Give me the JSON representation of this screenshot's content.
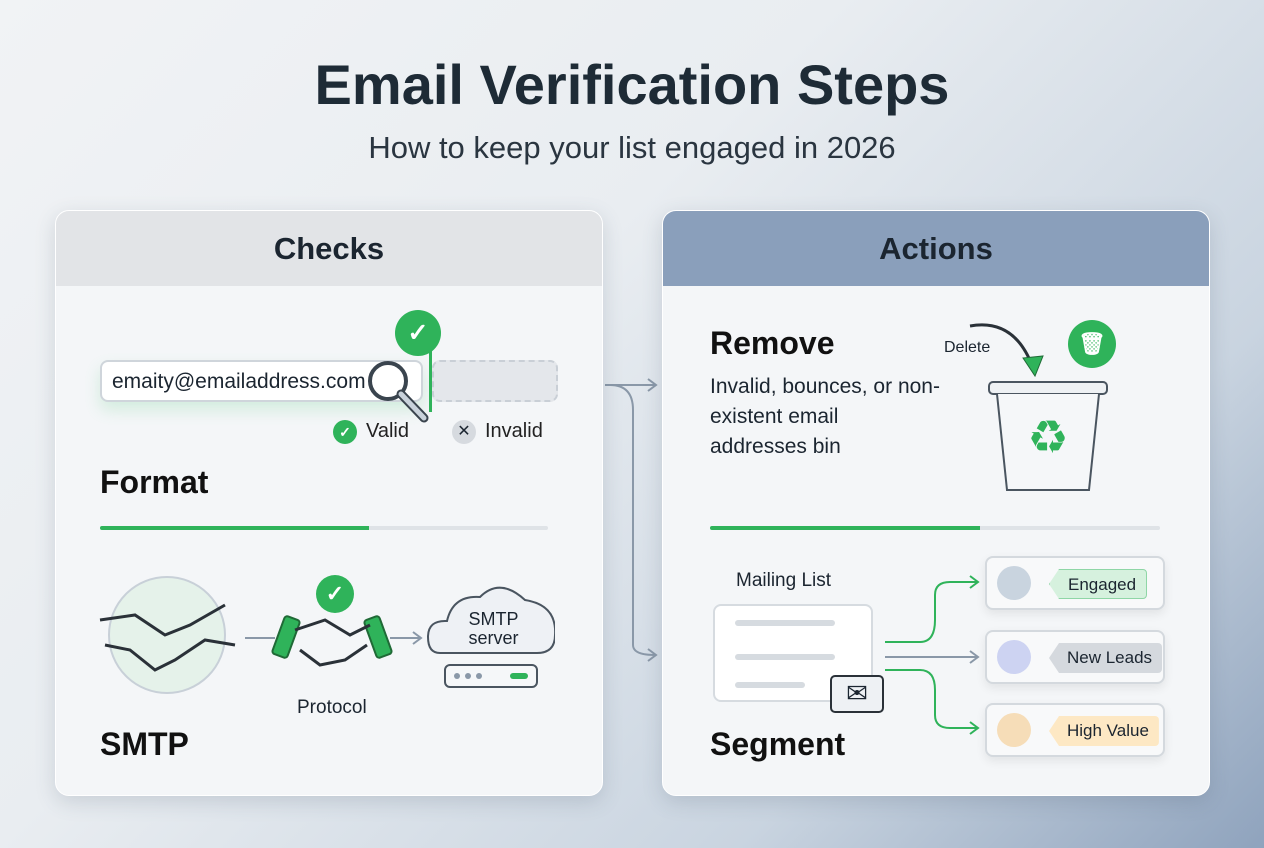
{
  "header": {
    "title": "Email Verification Steps",
    "subtitle": "How to keep your list engaged in 2026"
  },
  "checks": {
    "title": "Checks",
    "email_value": "emaity@emailaddress.com",
    "valid_label": "Valid",
    "invalid_label": "Invalid",
    "format_label": "Format",
    "protocol_label": "Protocol",
    "smtp_server": "SMTP server",
    "smtp_label": "SMTP"
  },
  "actions": {
    "title": "Actions",
    "remove_title": "Remove",
    "remove_desc": "Invalid, bounces, or non-existent email addresses bin",
    "delete_label": "Delete",
    "mailing_list": "Mailing List",
    "segment_title": "Segment",
    "segments": [
      {
        "label": "Engaged",
        "color": "#d6f1de"
      },
      {
        "label": "New Leads",
        "color": "#d5d9de"
      },
      {
        "label": "High Value",
        "color": "#fde8c4"
      }
    ]
  },
  "colors": {
    "accent": "#2fb35a",
    "actions_header": "#8a9fbb",
    "checks_header": "#e2e4e7"
  }
}
